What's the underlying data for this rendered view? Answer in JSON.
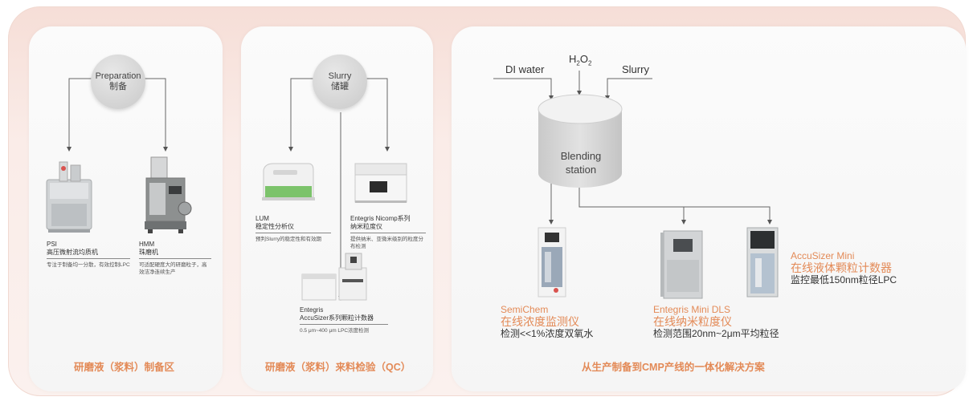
{
  "colors": {
    "accent": "#e38a57",
    "frame": "#f6ded7",
    "panel": "#f7f7f7"
  },
  "prep": {
    "hub_en": "Preparation",
    "hub_cn": "制备",
    "psi_name": "PSI",
    "psi_sub": "高压微射流均质机",
    "psi_desc": "专注于制备均一分散，有效控制LPC",
    "hmm_name": "HMM",
    "hmm_sub": "珠磨机",
    "hmm_desc": "可适配硬度大的研磨粒子，高效洁净连续生产",
    "title": "研磨液（浆料）制备区"
  },
  "qc": {
    "hub_en": "Slurry",
    "hub_cn": "储罐",
    "lum_name": "LUM",
    "lum_sub": "稳定性分析仪",
    "lum_desc": "预判Slurry的稳定性和有效期",
    "nicomp_name": "Entegris Nicomp系列",
    "nicomp_sub": "纳米粒度仪",
    "nicomp_desc": "提供纳米、亚微米级别的粒度分布检测",
    "accu_name": "Entegris",
    "accu_sub": "AccuSizer系列颗粒计数器",
    "accu_desc": "0.5 μm~400 μm LPC浓度检测",
    "title": "研磨液（浆料）来料检验（QC）"
  },
  "line": {
    "di_water": "DI water",
    "h2o2_main": "H",
    "h2o2_sub1": "2",
    "h2o2_o": "O",
    "h2o2_sub2": "2",
    "slurry": "Slurry",
    "station_1": "Blending",
    "station_2": "station",
    "semichem_name": "SemiChem",
    "semichem_sub": "在线浓度监测仪",
    "semichem_desc": "检测<<1%浓度双氧水",
    "dls_name": "Entegris Mini DLS",
    "dls_sub": "在线纳米粒度仪",
    "dls_desc": "检测范围20nm~2μm平均粒径",
    "mini_name": "AccuSizer Mini",
    "mini_sub": "在线液体颗粒计数器",
    "mini_desc": "监控最低150nm粒径LPC",
    "title": "从生产制备到CMP产线的一体化解决方案"
  }
}
